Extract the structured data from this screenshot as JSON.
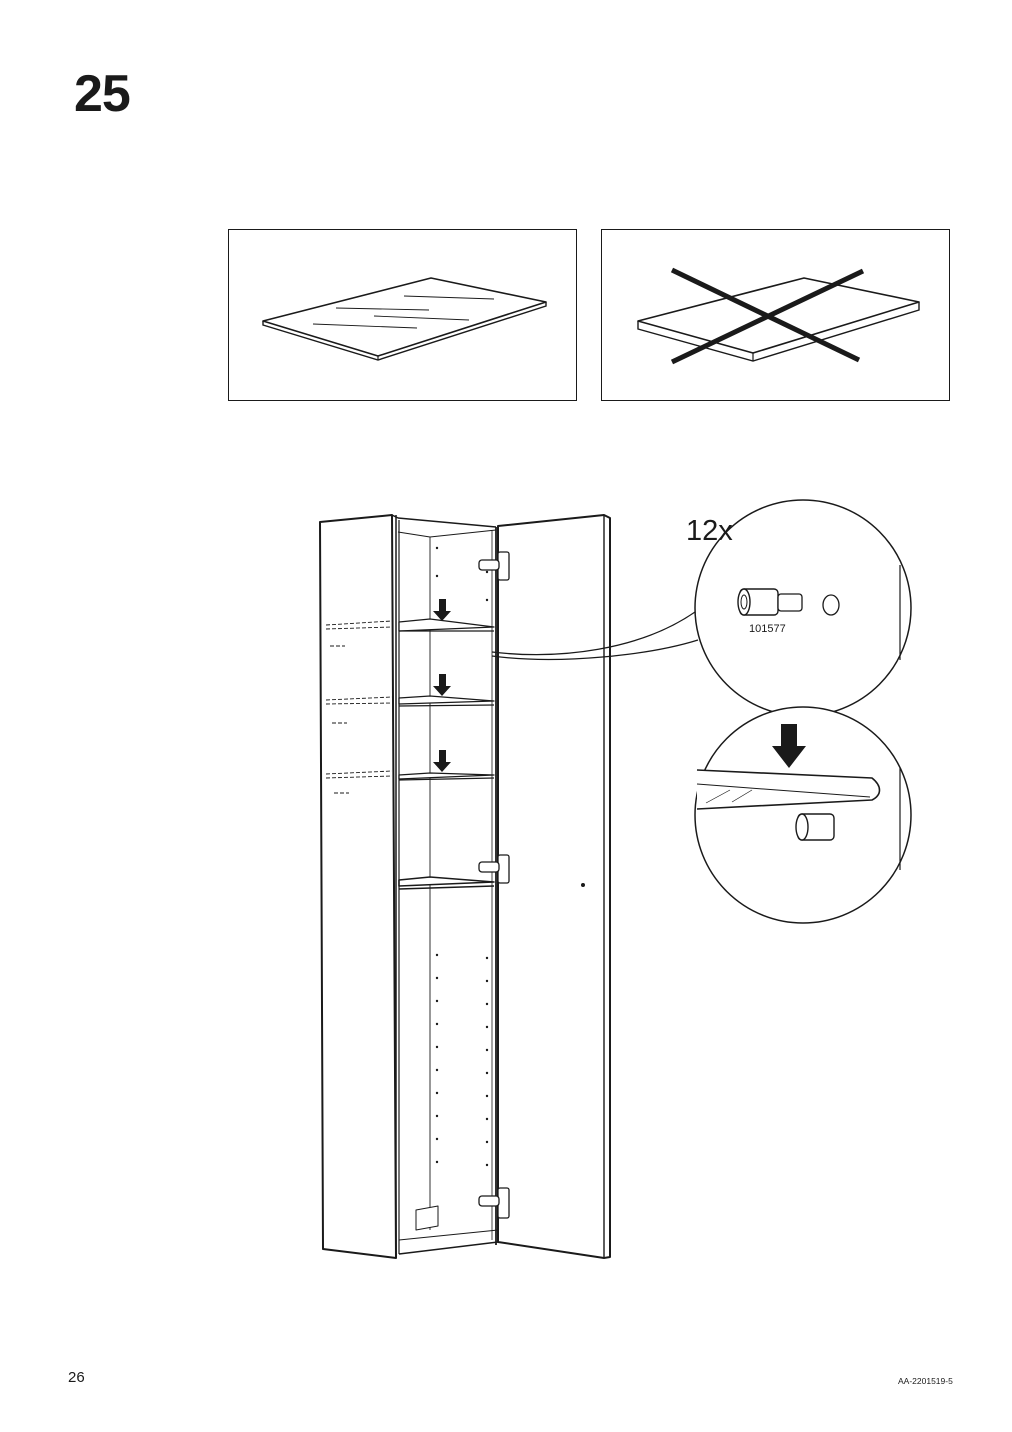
{
  "step": {
    "number": "25"
  },
  "panels": {
    "correct": {
      "label": "correct-shelf-orientation"
    },
    "wrong": {
      "label": "incorrect-shelf-orientation"
    }
  },
  "detail": {
    "quantity": "12x",
    "part_number": "101577"
  },
  "footer": {
    "page_number": "26",
    "document_code": "AA-2201519-5"
  }
}
